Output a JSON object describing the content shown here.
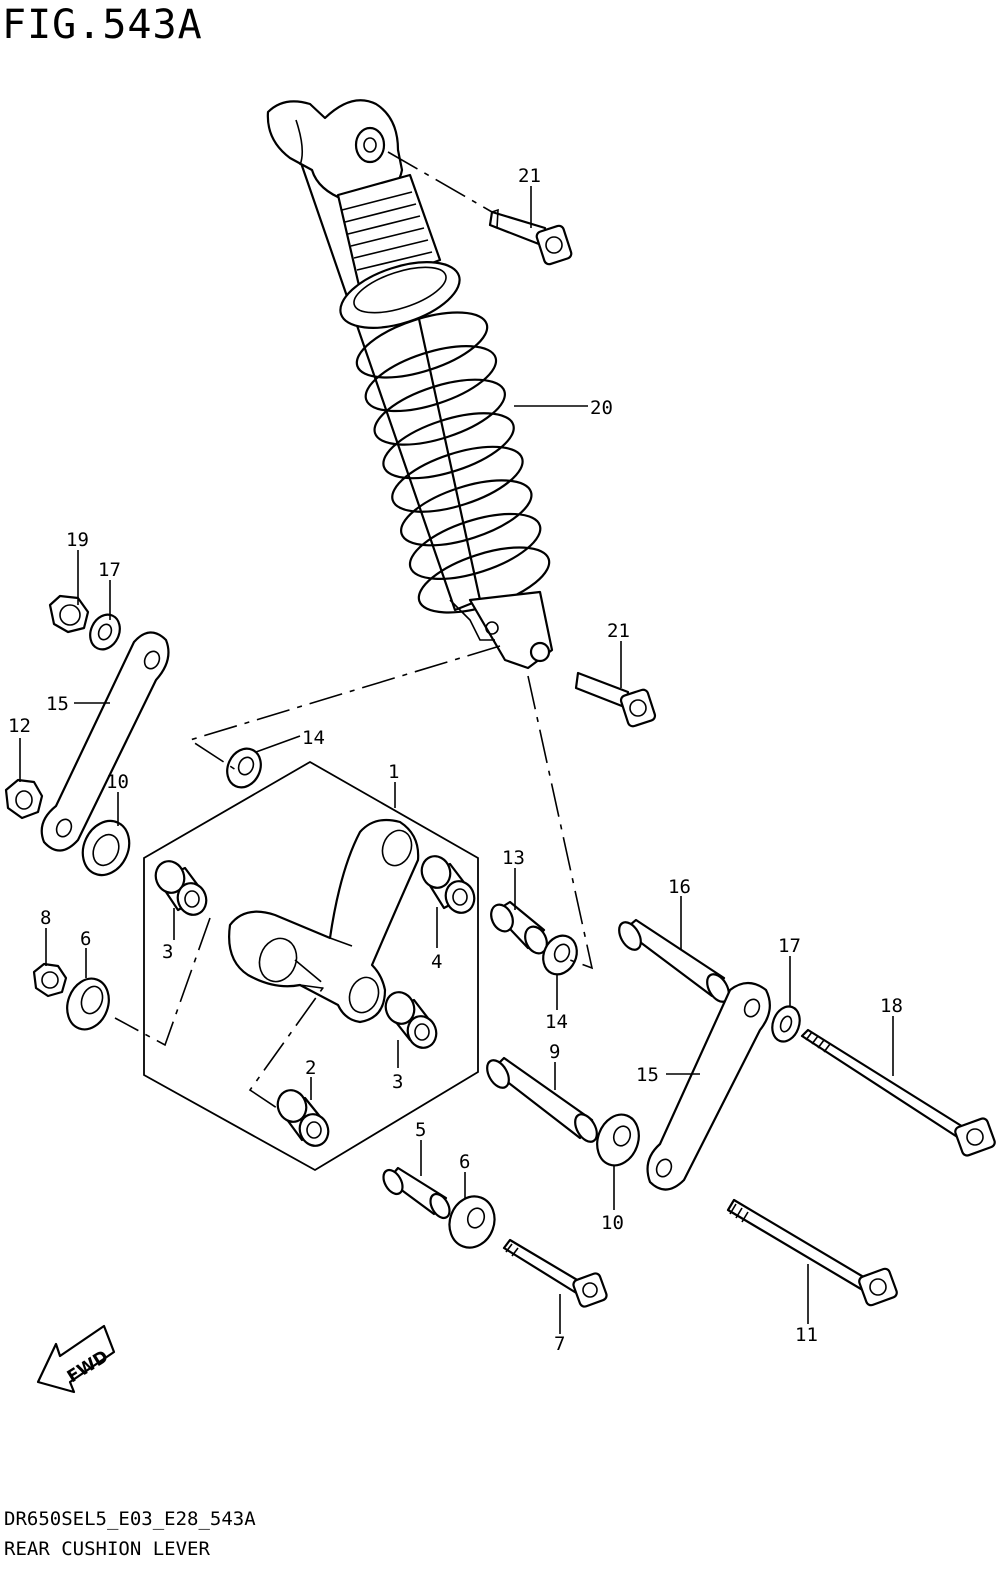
{
  "figure": {
    "title": "FIG.543A",
    "code": "DR650SEL5_E03_E28_543A",
    "caption": "REAR CUSHION LEVER"
  },
  "fwd_badge": {
    "text": "FWD",
    "icon": "fwd-arrow-icon"
  },
  "callouts": {
    "c1": "1",
    "c2": "2",
    "c3a": "3",
    "c3b": "3",
    "c4": "4",
    "c5": "5",
    "c6a": "6",
    "c6b": "6",
    "c7": "7",
    "c8": "8",
    "c9": "9",
    "c10a": "10",
    "c10b": "10",
    "c11": "11",
    "c12": "12",
    "c13": "13",
    "c14a": "14",
    "c14b": "14",
    "c15a": "15",
    "c15b": "15",
    "c16": "16",
    "c17a": "17",
    "c17b": "17",
    "c18": "18",
    "c19": "19",
    "c20": "20",
    "c21a": "21",
    "c21b": "21"
  }
}
